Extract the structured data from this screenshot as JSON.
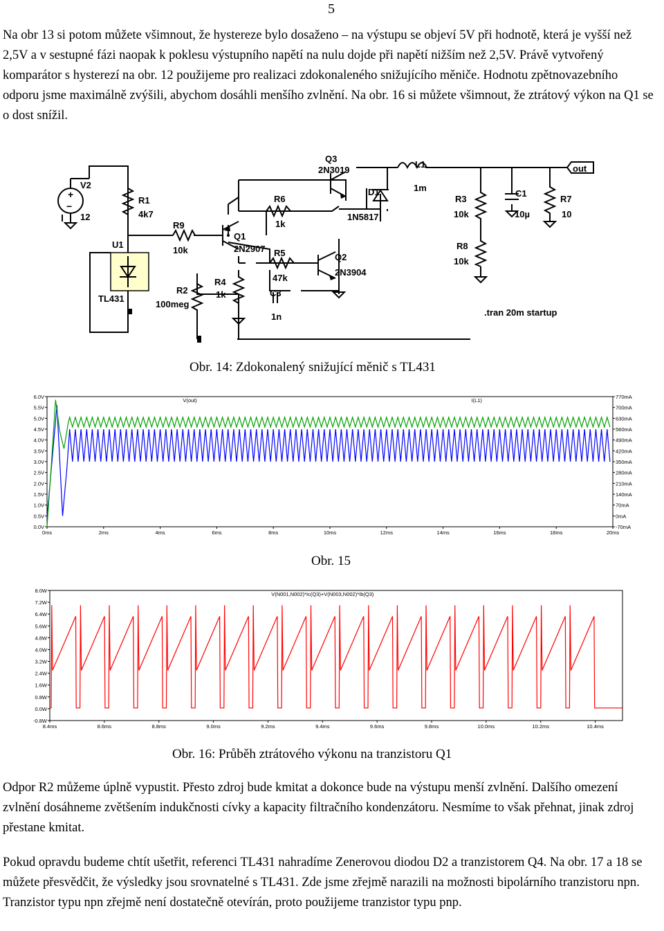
{
  "page_number": "5",
  "paragraphs": {
    "p1": "Na obr 13 si potom můžete všimnout, že hystereze bylo dosaženo – na výstupu se objeví 5V při hodnotě, která je vyšší než 2,5V a v sestupné fázi naopak k poklesu výstupního napětí na nulu dojde při napětí nižším než 2,5V. Právě vytvořený komparátor s hysterezí na obr. 12 použijeme pro realizaci zdokonaleného snižujícího měniče. Hodnotu zpětnovazebního odporu jsme maximálně zvýšili, abychom dosáhli menšího zvlnění. Na obr. 16 si můžete všimnout, že ztrátový výkon na Q1 se o dost snížil.",
    "p2": "Odpor R2 můžeme úplně vypustit. Přesto zdroj bude kmitat a dokonce bude na výstupu menší zvlnění. Dalšího omezení zvlnění dosáhneme zvětšením indukčnosti cívky a kapacity filtračního kondenzátoru. Nesmíme to však přehnat, jinak zdroj přestane kmitat.",
    "p3": "Pokud opravdu budeme chtít ušetřit, referenci TL431 nahradíme Zenerovou diodou D2 a tranzistorem Q4. Na obr. 17 a 18 se můžete přesvědčit, že výsledky jsou srovnatelné s TL431. Zde jsme zřejmě narazili na možnosti bipolárního tranzistoru npn. Tranzistor typu npn zřejmě není dostatečně otevírán, proto použijeme tranzistor typu pnp."
  },
  "captions": {
    "fig14": "Obr. 14: Zdokonalený snižující měnič s TL431",
    "fig15": "Obr. 15",
    "fig16": "Obr. 16: Průběh ztrátového výkonu na tranzistoru Q1"
  },
  "schematic": {
    "components": {
      "V2": {
        "name": "V2",
        "value": "12"
      },
      "R1": {
        "name": "R1",
        "value": "4k7"
      },
      "R9": {
        "name": "R9",
        "value": "10k"
      },
      "U1": {
        "name": "U1",
        "value": "TL431"
      },
      "R2": {
        "name": "R2",
        "value": "100meg"
      },
      "R6": {
        "name": "R6",
        "value": "1k"
      },
      "Q1": {
        "name": "Q1",
        "value": "2N2907"
      },
      "R5": {
        "name": "R5",
        "value": "47k"
      },
      "R4": {
        "name": "R4",
        "value": "1k"
      },
      "C3": {
        "name": "C3",
        "value": "1n"
      },
      "Q3": {
        "name": "Q3",
        "value": "2N3019"
      },
      "D1": {
        "name": "D1",
        "value": "1N5817"
      },
      "Q2": {
        "name": "Q2",
        "value": "2N3904"
      },
      "L1": {
        "name": "L1",
        "value": "1m"
      },
      "R3": {
        "name": "R3",
        "value": "10k"
      },
      "R8": {
        "name": "R8",
        "value": "10k"
      },
      "C1": {
        "name": "C1",
        "value": "10µ"
      },
      "R7": {
        "name": "R7",
        "value": "10"
      }
    },
    "out_label": "out",
    "directive": ".tran 20m startup"
  },
  "chart_data": [
    {
      "type": "line",
      "series": [
        {
          "name": "V(out)",
          "color": "#00a000",
          "description_axis": "left",
          "x_start": 0,
          "x_end": 20,
          "settled_min": 4.6,
          "settled_max": 5.05,
          "peak": 5.85
        },
        {
          "name": "I(L1)",
          "color": "#0000ff",
          "description_axis": "right",
          "x_start": 0,
          "x_end": 20,
          "settled_min": 350,
          "settled_max": 560,
          "peak": 715
        }
      ],
      "x_ticks": [
        "0ms",
        "2ms",
        "4ms",
        "6ms",
        "8ms",
        "10ms",
        "12ms",
        "14ms",
        "16ms",
        "18ms",
        "20ms"
      ],
      "y_ticks_left": [
        "6.0V",
        "5.5V",
        "5.0V",
        "4.5V",
        "4.0V",
        "3.5V",
        "3.0V",
        "2.5V",
        "2.0V",
        "1.5V",
        "1.0V",
        "0.5V",
        "0.0V"
      ],
      "y_ticks_right": [
        "770mA",
        "700mA",
        "630mA",
        "560mA",
        "490mA",
        "420mA",
        "350mA",
        "280mA",
        "210mA",
        "140mA",
        "70mA",
        "0mA",
        "-70mA"
      ],
      "xlim": [
        0,
        20
      ],
      "ylim_left": [
        0,
        6
      ],
      "ylim_right": [
        -70,
        770
      ],
      "grid": false,
      "legend": "top"
    },
    {
      "type": "line",
      "series": [
        {
          "name": "V(N001,N002)*Ic(Q3)+V(N003,N002)*Ib(Q3)",
          "color": "#ff0000",
          "x_start": 8.4,
          "x_end": 10.5,
          "period": 0.1056,
          "spike": 7.0,
          "base": 0.05,
          "ramp_peak": 6.25
        }
      ],
      "x_ticks": [
        "8.4ms",
        "8.6ms",
        "8.8ms",
        "9.0ms",
        "9.2ms",
        "9.4ms",
        "9.6ms",
        "9.8ms",
        "10.0ms",
        "10.2ms",
        "10.4ms"
      ],
      "y_ticks": [
        "8.0W",
        "7.2W",
        "6.4W",
        "5.6W",
        "4.8W",
        "4.0W",
        "3.2W",
        "2.4W",
        "1.6W",
        "0.8W",
        "0.0W",
        "-0.8W"
      ],
      "xlim": [
        8.4,
        10.5
      ],
      "ylim": [
        -0.8,
        8.0
      ],
      "grid": false,
      "legend": "top"
    }
  ]
}
